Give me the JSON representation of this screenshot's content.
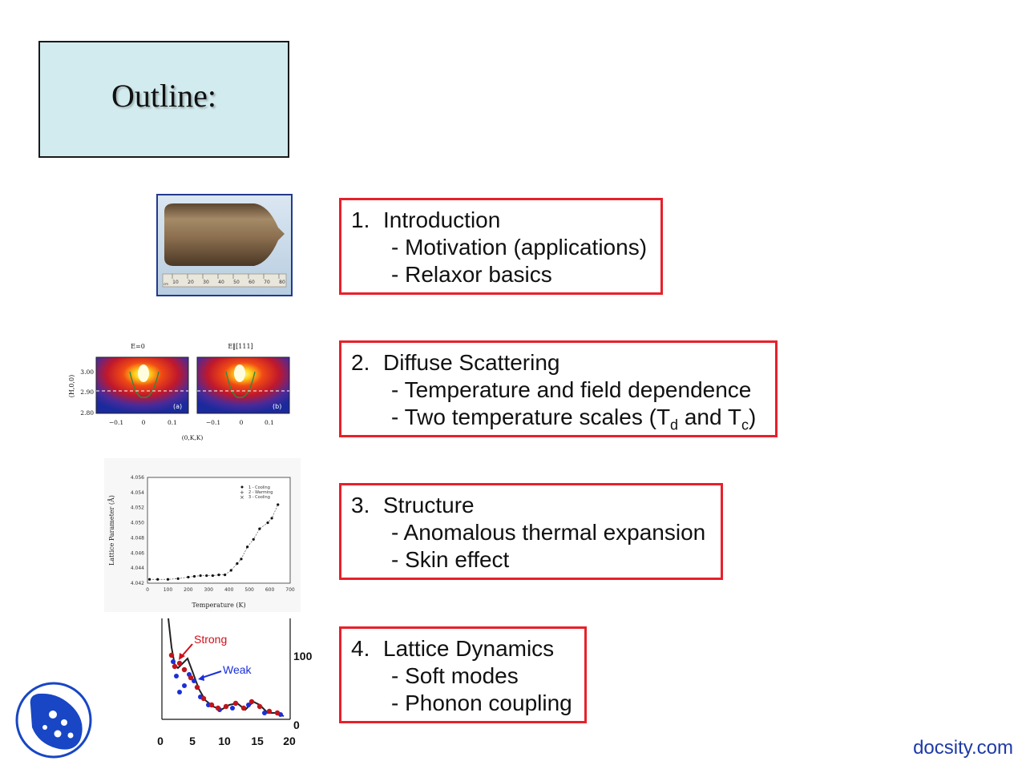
{
  "slide": {
    "title": "Outline:"
  },
  "topics": [
    {
      "number": "1.",
      "heading": "Introduction",
      "items": [
        "- Motivation (applications)",
        "- Relaxor basics"
      ]
    },
    {
      "number": "2.",
      "heading": "Diffuse Scattering",
      "items": [
        "- Temperature and field dependence"
      ],
      "scales_line": {
        "prefix": "- Two temperature scales (T",
        "sub1": "d",
        "mid": " and T",
        "sub2": "c",
        "suffix": ")"
      }
    },
    {
      "number": "3.",
      "heading": "Structure",
      "items": [
        "- Anomalous thermal expansion",
        "- Skin effect"
      ]
    },
    {
      "number": "4.",
      "heading": "Lattice Dynamics",
      "items": [
        "- Soft modes",
        "- Phonon coupling"
      ]
    }
  ],
  "figures": {
    "crystal": {
      "ruler_ticks": [
        "10",
        "20",
        "30",
        "40",
        "50",
        "60",
        "70",
        "80"
      ],
      "ruler_unit": "cm"
    },
    "diffuse": {
      "panel_a_title": "E=0",
      "panel_b_title": "E‖[111]",
      "panel_a_tag": "(a)",
      "panel_b_tag": "(b)",
      "ylabel": "(H,0,0)",
      "xlabel": "(0,K,K)",
      "yticks": [
        "3.00",
        "2.90",
        "2.80"
      ],
      "xticks": [
        "−0.1",
        "0",
        "0.1"
      ]
    },
    "thermal_expansion": {
      "ylabel": "Lattice Parameter (Å)",
      "xlabel": "Temperature (K)",
      "yticks": [
        "4.056",
        "4.054",
        "4.052",
        "4.050",
        "4.048",
        "4.046",
        "4.044",
        "4.042"
      ],
      "xticks": [
        "0",
        "100",
        "200",
        "300",
        "400",
        "500",
        "600",
        "700"
      ],
      "legend": [
        "1 - Cooling",
        "2 - Warming",
        "3 - Cooling"
      ],
      "ylim": [
        4.042,
        4.056
      ],
      "xlim": [
        0,
        700
      ]
    },
    "phonon": {
      "label_strong": "Strong",
      "label_weak": "Weak",
      "xticks": [
        "0",
        "5",
        "10",
        "15",
        "20"
      ],
      "yticks": [
        "100",
        "0"
      ],
      "strong_color": "#d0101a",
      "weak_color": "#1a2fd8"
    }
  },
  "logo": {
    "icon": "docsity-icon",
    "color": "#1846c4"
  },
  "footer": {
    "text": "docsity.com"
  }
}
